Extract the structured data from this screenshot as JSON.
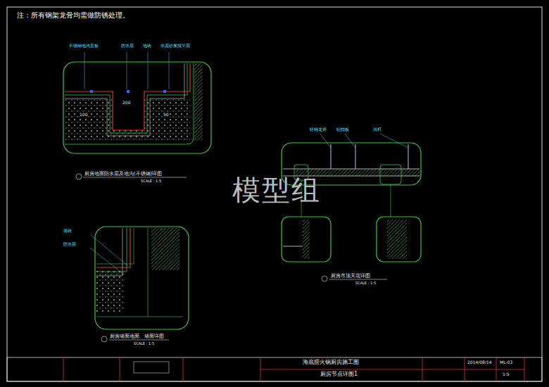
{
  "diagram": {
    "labels": [
      "注：所有钢架龙骨均需做防锈处理。",
      "模型组",
      "厨房地面防水层及地沟(不锈钢)详图",
      "SCALE：1:5",
      "厨房墙面地面、墙面详图",
      "SCALE：1:5",
      "厨房吊顶天花详图",
      "SCALE：1:5",
      "海底捞火锅厨房施工图",
      "厨房节点详图1",
      "2014/08/14",
      "ML-03",
      "1:5",
      "不锈钢地沟盖板",
      "防水层",
      "地砖",
      "水泥砂浆找平层",
      "墙砖",
      "防水层",
      "轻钢龙骨",
      "铝扣板",
      "吊杆",
      "100",
      "200",
      "50"
    ]
  }
}
